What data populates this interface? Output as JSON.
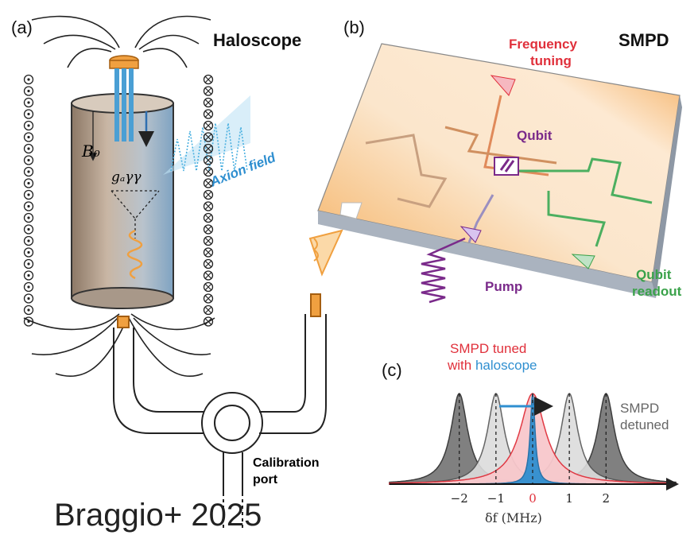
{
  "panel_a": {
    "id": "(a)",
    "title": "Haloscope",
    "b_field_label": "B₀",
    "coupling_label": "gₐγγ",
    "axion_label": "Axion field",
    "calibration_label_1": "Calibration",
    "calibration_label_2": "port"
  },
  "panel_b": {
    "id": "(b)",
    "title": "SMPD",
    "freq_tuning_1": "Frequency",
    "freq_tuning_2": "tuning",
    "qubit_label": "Qubit",
    "pump_label": "Pump",
    "readout_1": "Qubit",
    "readout_2": "readout"
  },
  "panel_c": {
    "id": "(c)",
    "tuned_1": "SMPD tuned",
    "tuned_2a": "with ",
    "tuned_2b": "haloscope",
    "detuned_1": "SMPD",
    "detuned_2": "detuned",
    "xaxis_label": "δf  (MHz)"
  },
  "colors": {
    "red": "#e0303b",
    "blue": "#2f8fd0",
    "purple": "#7a2a8a",
    "green": "#3aa24a",
    "orange": "#f0a040",
    "dark_peak": "#6b6b6b",
    "light_peak": "#cfcfcf"
  },
  "chart_data": {
    "type": "area",
    "x_ticks": [
      "−2",
      "−1",
      "0",
      "1",
      "2"
    ],
    "x_tick_values": [
      -2,
      -1,
      0,
      1,
      2
    ],
    "xlabel": "δf  (MHz)",
    "xlim": [
      -3.9,
      3.9
    ],
    "series": [
      {
        "name": "SMPD detuned",
        "center": -2,
        "style": "dark"
      },
      {
        "name": "SMPD detuned",
        "center": -1,
        "style": "light"
      },
      {
        "name": "SMPD tuned with haloscope",
        "center": 0,
        "style": "red"
      },
      {
        "name": "haloscope",
        "center": 0,
        "style": "blue"
      },
      {
        "name": "SMPD detuned",
        "center": 1,
        "style": "light"
      },
      {
        "name": "SMPD detuned",
        "center": 2,
        "style": "dark"
      }
    ]
  },
  "footer": {
    "citation": "Braggio+ 2025"
  }
}
